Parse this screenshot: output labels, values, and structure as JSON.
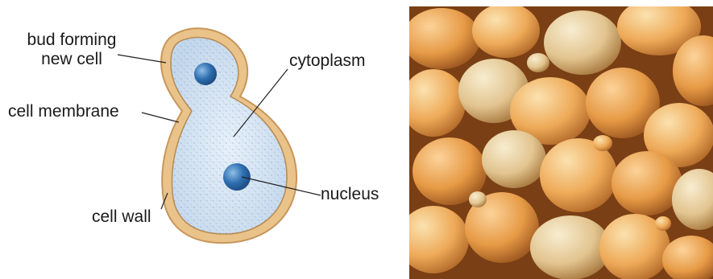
{
  "diagram": {
    "labels": {
      "bud_line1": "bud forming",
      "bud_line2": "new cell",
      "cytoplasm": "cytoplasm",
      "cell_membrane": "cell membrane",
      "cell_wall": "cell wall",
      "nucleus": "nucleus"
    },
    "colors": {
      "cell_wall": "#e9c389",
      "wall_edge": "#c8955a",
      "cytoplasm": "#cfe0f0",
      "nucleus": "#2f6fb0",
      "leader_line": "#222222"
    }
  },
  "photo": {
    "palette": [
      "#f0b564",
      "#e8a552",
      "#f3c983",
      "#e0c08f",
      "#d89a4e",
      "#f5d49c",
      "#c98a46"
    ],
    "background": "#8a4a1a",
    "icon": "yeast-micrograph"
  }
}
